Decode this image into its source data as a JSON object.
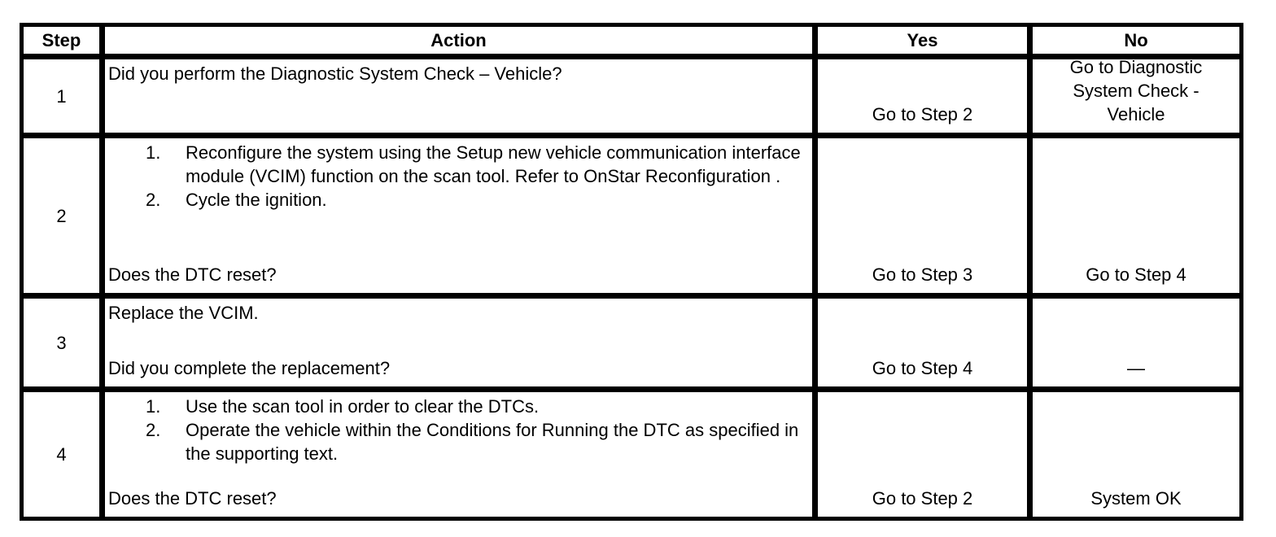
{
  "table": {
    "headers": {
      "step": "Step",
      "action": "Action",
      "yes": "Yes",
      "no": "No"
    },
    "list_numbers": [
      "1.",
      "2."
    ],
    "rows": [
      {
        "step": "1",
        "intro": "Did you perform the Diagnostic System Check – Vehicle?",
        "question": "",
        "yes": "Go to Step 2",
        "no": "Go to Diagnostic System Check - Vehicle"
      },
      {
        "step": "2",
        "list": [
          "Reconfigure the system using the Setup new vehicle communication interface module (VCIM) function on the scan tool. Refer to OnStar Reconfiguration .",
          "Cycle the ignition."
        ],
        "question": "Does the DTC reset?",
        "yes": "Go to Step 3",
        "no": "Go to Step 4"
      },
      {
        "step": "3",
        "intro": "Replace the VCIM.",
        "question": "Did you complete the replacement?",
        "yes": "Go to Step 4",
        "no": "—"
      },
      {
        "step": "4",
        "list": [
          "Use the scan tool in order to clear the DTCs.",
          "Operate the vehicle within the Conditions for Running the DTC as specified in the supporting text."
        ],
        "question": "Does the DTC reset?",
        "yes": "Go to Step 2",
        "no": "System OK"
      }
    ]
  }
}
